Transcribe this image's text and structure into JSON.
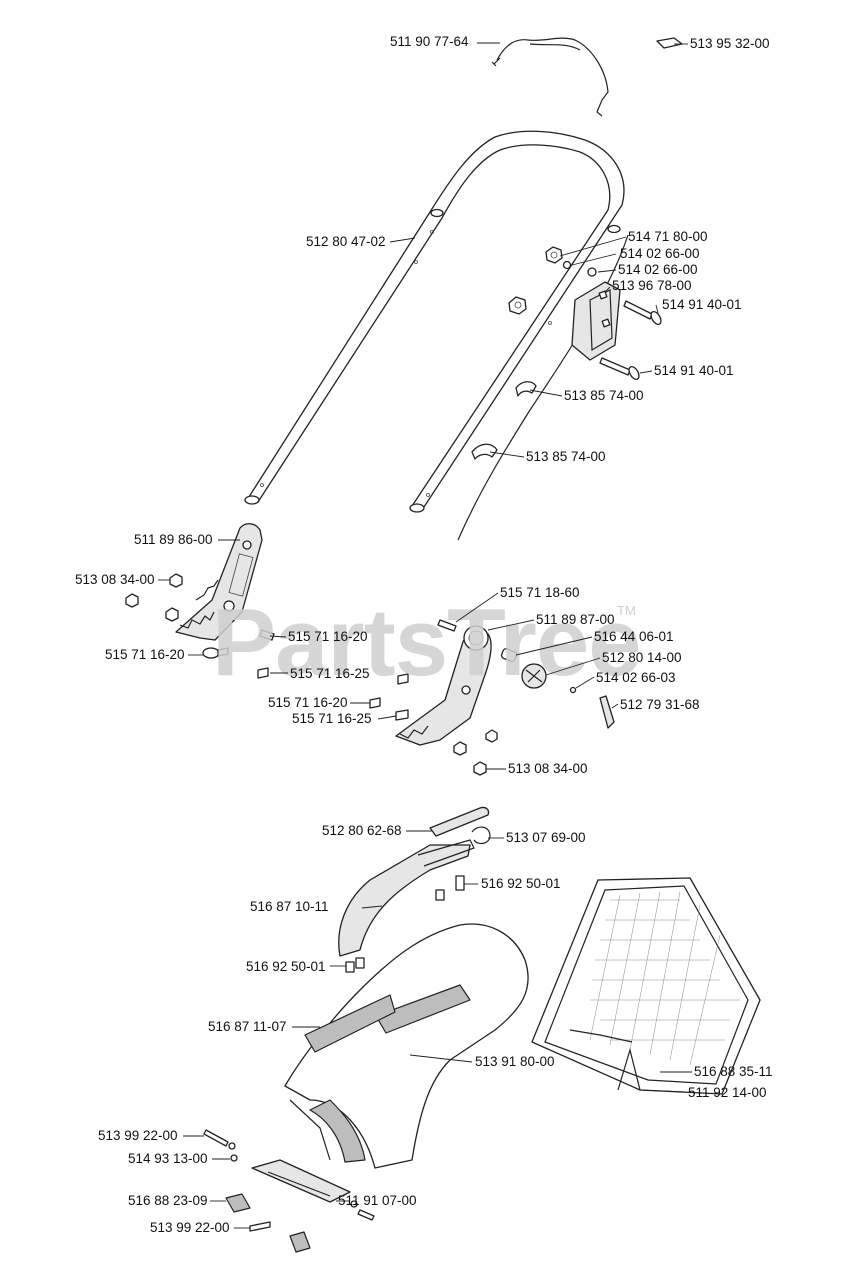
{
  "watermark": {
    "text": "PartsTree",
    "tm": "TM"
  },
  "labels": {
    "p_5119077": "511 90 77-64",
    "p_5139532": "513 95 32-00",
    "p_5128047": "512 80 47-02",
    "p_5147180": "514 71 80-00",
    "p_5140266a": "514 02 66-00",
    "p_5140266b": "514 02 66-00",
    "p_5139678": "513 96 78-00",
    "p_5149140a": "514 91 40-01",
    "p_5149140b": "514 91 40-01",
    "p_5138574a": "513 85 74-00",
    "p_5138574b": "513 85 74-00",
    "p_5118986": "511 89 86-00",
    "p_5130834a": "513 08 34-00",
    "p_5157116_20a": "515 71 16-20",
    "p_5157116_20b": "515 71 16-20",
    "p_5157116_25a": "515 71 16-25",
    "p_5157118": "515 71 18-60",
    "p_5118987": "511 89 87-00",
    "p_5164406": "516 44 06-01",
    "p_5128014": "512 80 14-00",
    "p_5140266c": "514 02 66-03",
    "p_5127931": "512 79 31-68",
    "p_5157116_20c": "515 71 16-20",
    "p_5157116_25b": "515 71 16-25",
    "p_5130834b": "513 08 34-00",
    "p_5128062": "512 80 62-68",
    "p_5130769": "513 07 69-00",
    "p_5169250a": "516 92 50-01",
    "p_5168710": "516 87 10-11",
    "p_5169250b": "516 92 50-01",
    "p_5168711": "516 87 11-07",
    "p_5139180": "513 91 80-00",
    "p_5168835": "516 88 35-11",
    "p_5119214": "511 92 14-00",
    "p_5139922a": "513 99 22-00",
    "p_5149313": "514 93 13-00",
    "p_5168823": "516 88 23-09",
    "p_5119107": "511 91 07-00",
    "p_5139922b": "513 99 22-00"
  }
}
